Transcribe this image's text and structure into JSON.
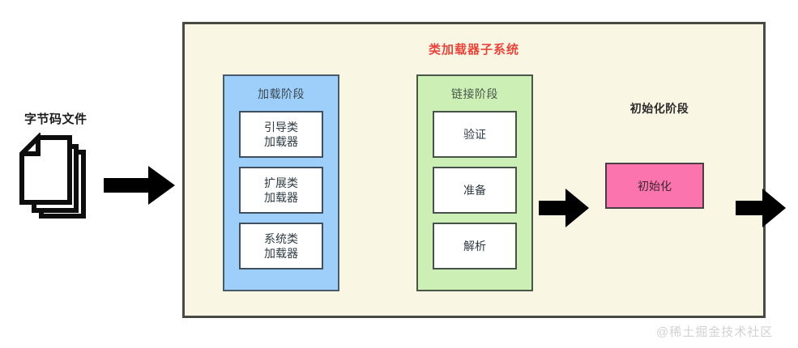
{
  "diagram": {
    "title": "类加载器子系统",
    "title_color": "#e8453c",
    "background": "#f9f7e4",
    "border_color": "#4a4a45"
  },
  "input": {
    "label": "字节码文件",
    "icon": "document-stack-icon"
  },
  "arrows": [
    {
      "name": "arrow-bytecode-to-loading",
      "icon": "right-arrow-icon"
    },
    {
      "name": "arrow-loading-to-linking",
      "icon": "right-arrow-icon"
    },
    {
      "name": "arrow-linking-to-init",
      "icon": "right-arrow-icon"
    }
  ],
  "phases": [
    {
      "key": "loading",
      "title": "加载阶段",
      "fill": "#9ecffa",
      "border": "#4a5a6a",
      "items": [
        {
          "line1": "引导类",
          "line2": "加载器"
        },
        {
          "line1": "扩展类",
          "line2": "加载器"
        },
        {
          "line1": "系统类",
          "line2": "加载器"
        }
      ]
    },
    {
      "key": "linking",
      "title": "链接阶段",
      "fill": "#cbefb5",
      "border": "#4b564b",
      "items": [
        {
          "line1": "验证",
          "line2": ""
        },
        {
          "line1": "准备",
          "line2": ""
        },
        {
          "line1": "解析",
          "line2": ""
        }
      ]
    }
  ],
  "init_phase": {
    "title": "初始化阶段",
    "box_label": "初始化",
    "fill": "#fb74ae",
    "border": "#4b3d44"
  },
  "watermark": {
    "text": "@稀土掘金技术社区"
  }
}
